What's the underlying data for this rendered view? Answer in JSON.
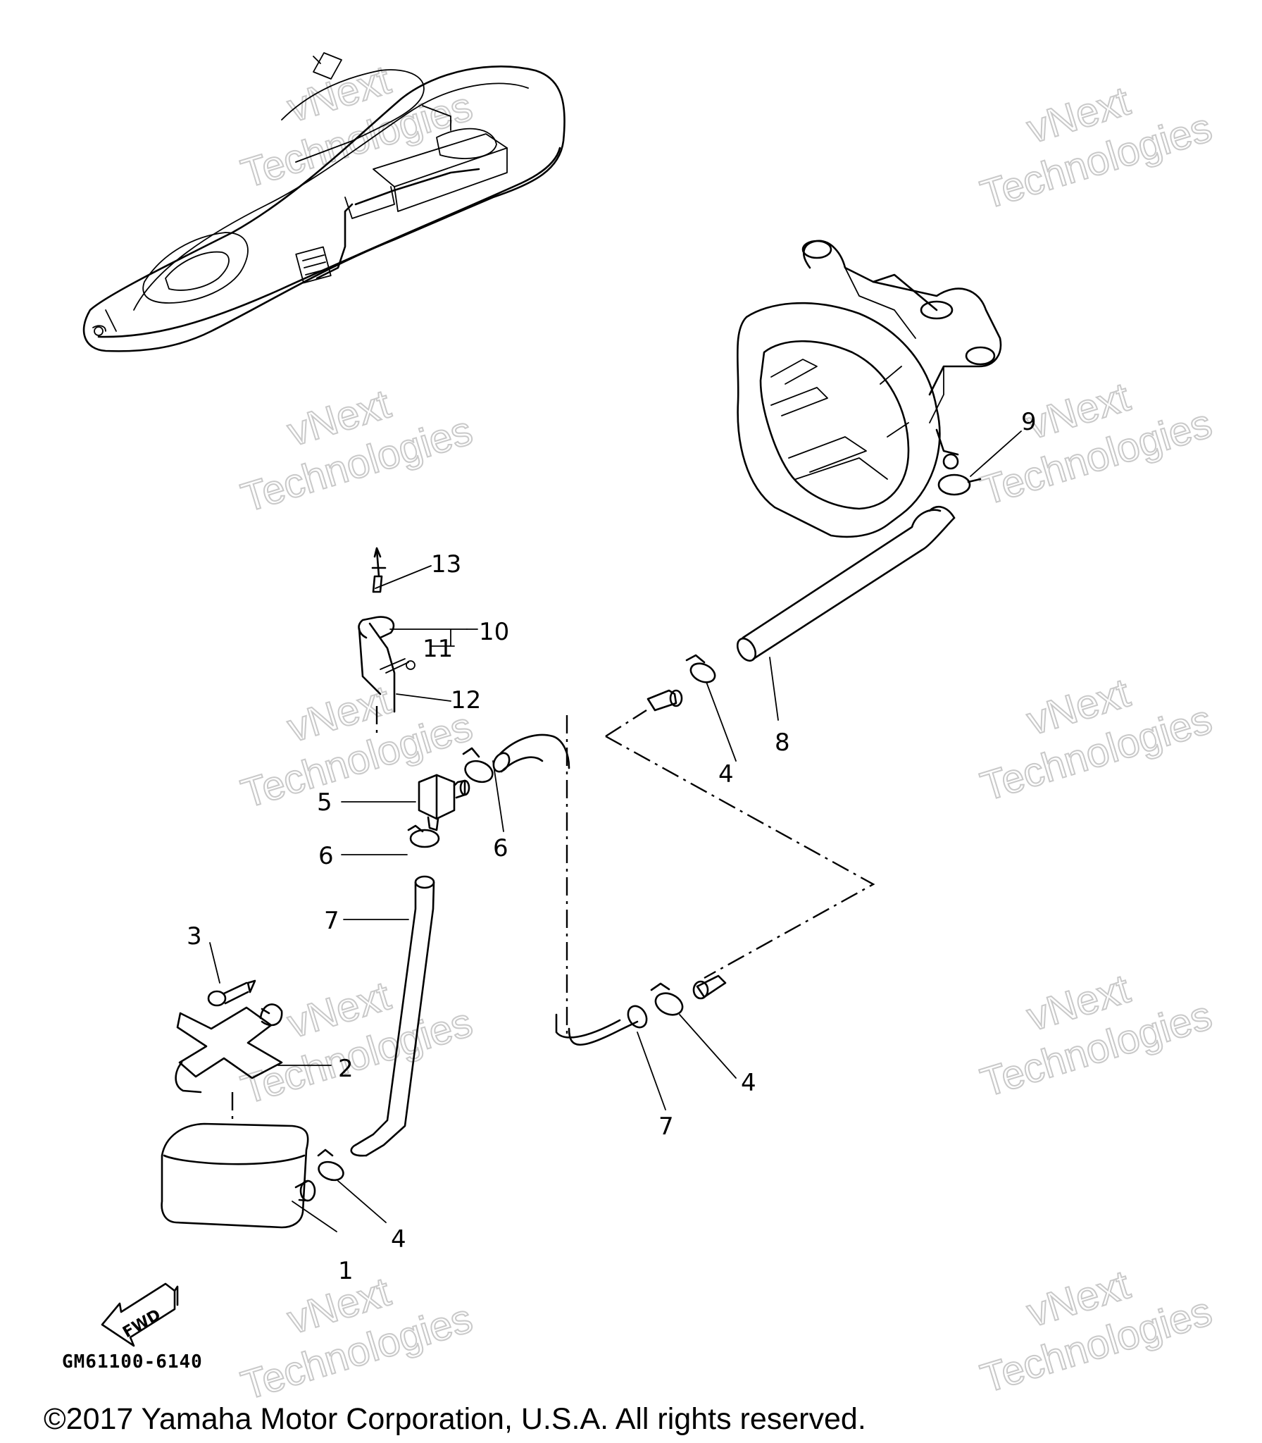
{
  "diagram": {
    "callouts": {
      "c1": "1",
      "c2": "2",
      "c3": "3",
      "c4a": "4",
      "c4b": "4",
      "c4c": "4",
      "c5": "5",
      "c6a": "6",
      "c6b": "6",
      "c7a": "7",
      "c7b": "7",
      "c8": "8",
      "c9": "9",
      "c10": "10",
      "c11": "11",
      "c12": "12",
      "c13": "13"
    },
    "fwd_label": "FWD",
    "drawing_code": "GM61100-6140"
  },
  "watermark": {
    "line1": "vNext",
    "line2": "Technologies"
  },
  "footer": {
    "copyright": "©2017 Yamaha Motor Corporation, U.S.A. All rights reserved."
  }
}
